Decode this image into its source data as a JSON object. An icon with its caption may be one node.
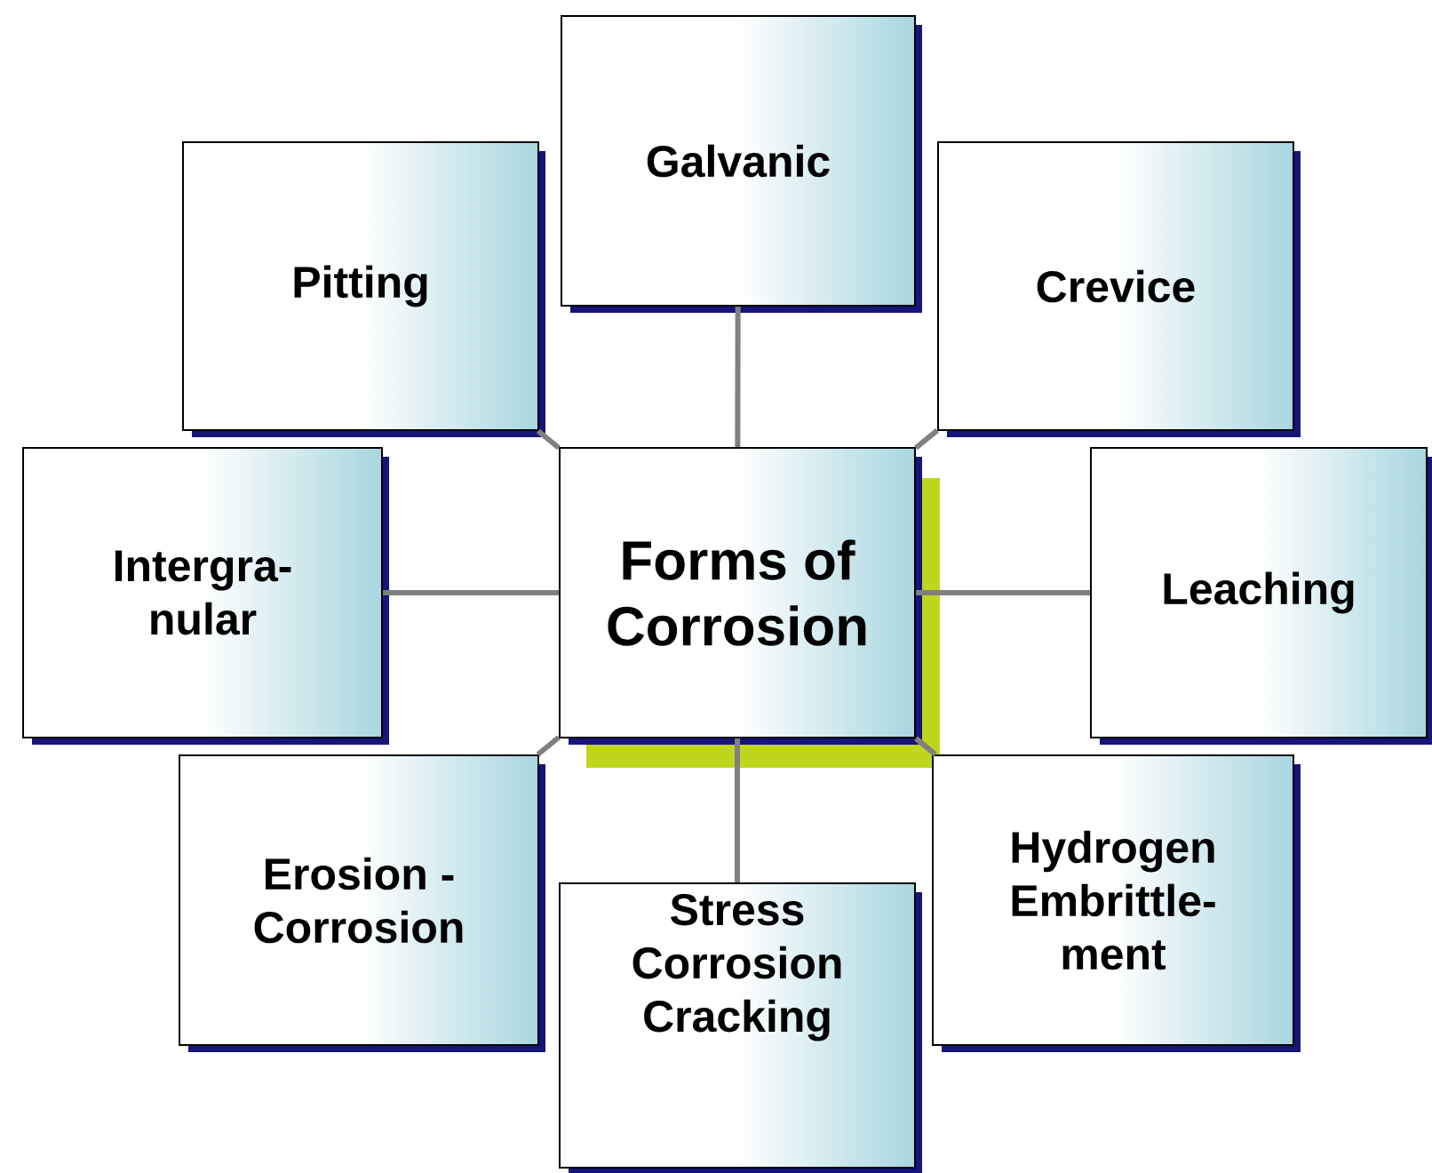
{
  "diagram": {
    "nodes": [
      {
        "text": [
          "Galvanic"
        ]
      },
      {
        "text": [
          "Pitting"
        ]
      },
      {
        "text": [
          "Crevice"
        ]
      },
      {
        "text": [
          "Intergra- nular"
        ]
      },
      {
        "text": [
          "Forms of Corrosion"
        ]
      },
      {
        "text": [
          "Leaching"
        ]
      },
      {
        "text": [
          "Erosion - Corrosion"
        ]
      },
      {
        "text": [
          "Hydrogen Embrittle- ment"
        ]
      },
      {
        "text": [
          "Stress Corrosion Cracking"
        ]
      }
    ],
    "edges": [
      {
        "from": 4,
        "to": 0,
        "arrow": "none"
      },
      {
        "from": 4,
        "to": 1,
        "arrow": "none"
      },
      {
        "from": 4,
        "to": 2,
        "arrow": "none"
      },
      {
        "from": 4,
        "to": 3,
        "arrow": "none"
      },
      {
        "from": 4,
        "to": 5,
        "arrow": "none"
      },
      {
        "from": 4,
        "to": 6,
        "arrow": "none"
      },
      {
        "from": 4,
        "to": 7,
        "arrow": "none"
      },
      {
        "from": 4,
        "to": 8,
        "arrow": "none"
      }
    ]
  }
}
